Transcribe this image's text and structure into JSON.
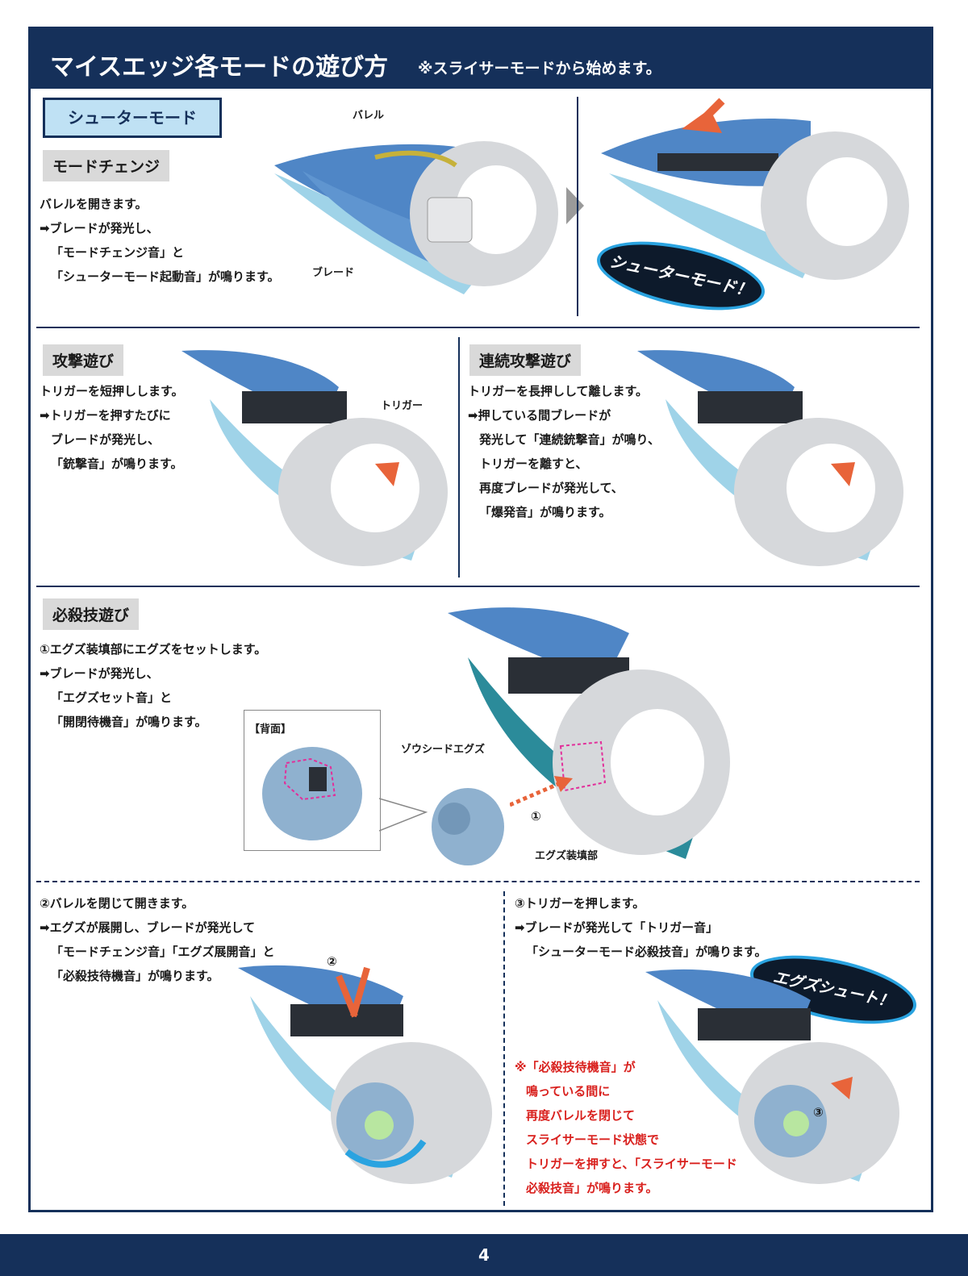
{
  "header": {
    "title": "マイスエッジ各モードの遊び方",
    "note": "※スライサーモードから始めます。"
  },
  "shooter": {
    "mode_label": "シューターモード",
    "tag": "モードチェンジ",
    "lines": [
      "バレルを開きます。",
      "➡ブレードが発光し、",
      "「モードチェンジ音」と",
      "「シューターモード起動音」が鳴ります。"
    ],
    "label_barrel": "バレル",
    "label_blade": "ブレード",
    "burst": "シューターモード！"
  },
  "attack": {
    "tag": "攻撃遊び",
    "lines": [
      "トリガーを短押しします。",
      "➡トリガーを押すたびに",
      "ブレードが発光し、",
      "「銃撃音」が鳴ります。"
    ],
    "label_trigger": "トリガー"
  },
  "rapid": {
    "tag": "連続攻撃遊び",
    "lines": [
      "トリガーを長押しして離します。",
      "➡押している間ブレードが",
      "発光して「連続銃撃音」が鳴り、",
      "トリガーを離すと、",
      "再度ブレードが発光して、",
      "「爆発音」が鳴ります。"
    ]
  },
  "finisher": {
    "tag": "必殺技遊び",
    "step1": [
      "①エグズ装填部にエグズをセットします。",
      "➡ブレードが発光し、",
      "「エグズセット音」と",
      "「開閉待機音」が鳴ります。"
    ],
    "label_back": "【背面】",
    "label_egz": "ゾウシードエグズ",
    "label_slot": "エグズ装填部",
    "marker1": "①",
    "step2": [
      "②バレルを閉じて開きます。",
      "➡エグズが展開し、ブレードが発光して",
      "「モードチェンジ音」「エグズ展開音」と",
      "「必殺技待機音」が鳴ります。"
    ],
    "marker2": "②",
    "step3": [
      "③トリガーを押します。",
      "➡ブレードが発光して「トリガー音」",
      "「シューターモード必殺技音」が鳴ります。"
    ],
    "marker3": "③",
    "burst": "エグズシュート！",
    "note": [
      "※「必殺技待機音」が",
      "鳴っている間に",
      "再度バレルを閉じて",
      "スライサーモード状態で",
      "トリガーを押すと、「スライサーモード",
      "必殺技音」が鳴ります。"
    ]
  },
  "footer": {
    "page": "4"
  },
  "colors": {
    "navy": "#15305a",
    "blue": "#4f86c6",
    "light_blue": "#9fd3e8",
    "grey": "#d6d8db",
    "accent": "#e8643a",
    "red_text": "#d9211e"
  }
}
